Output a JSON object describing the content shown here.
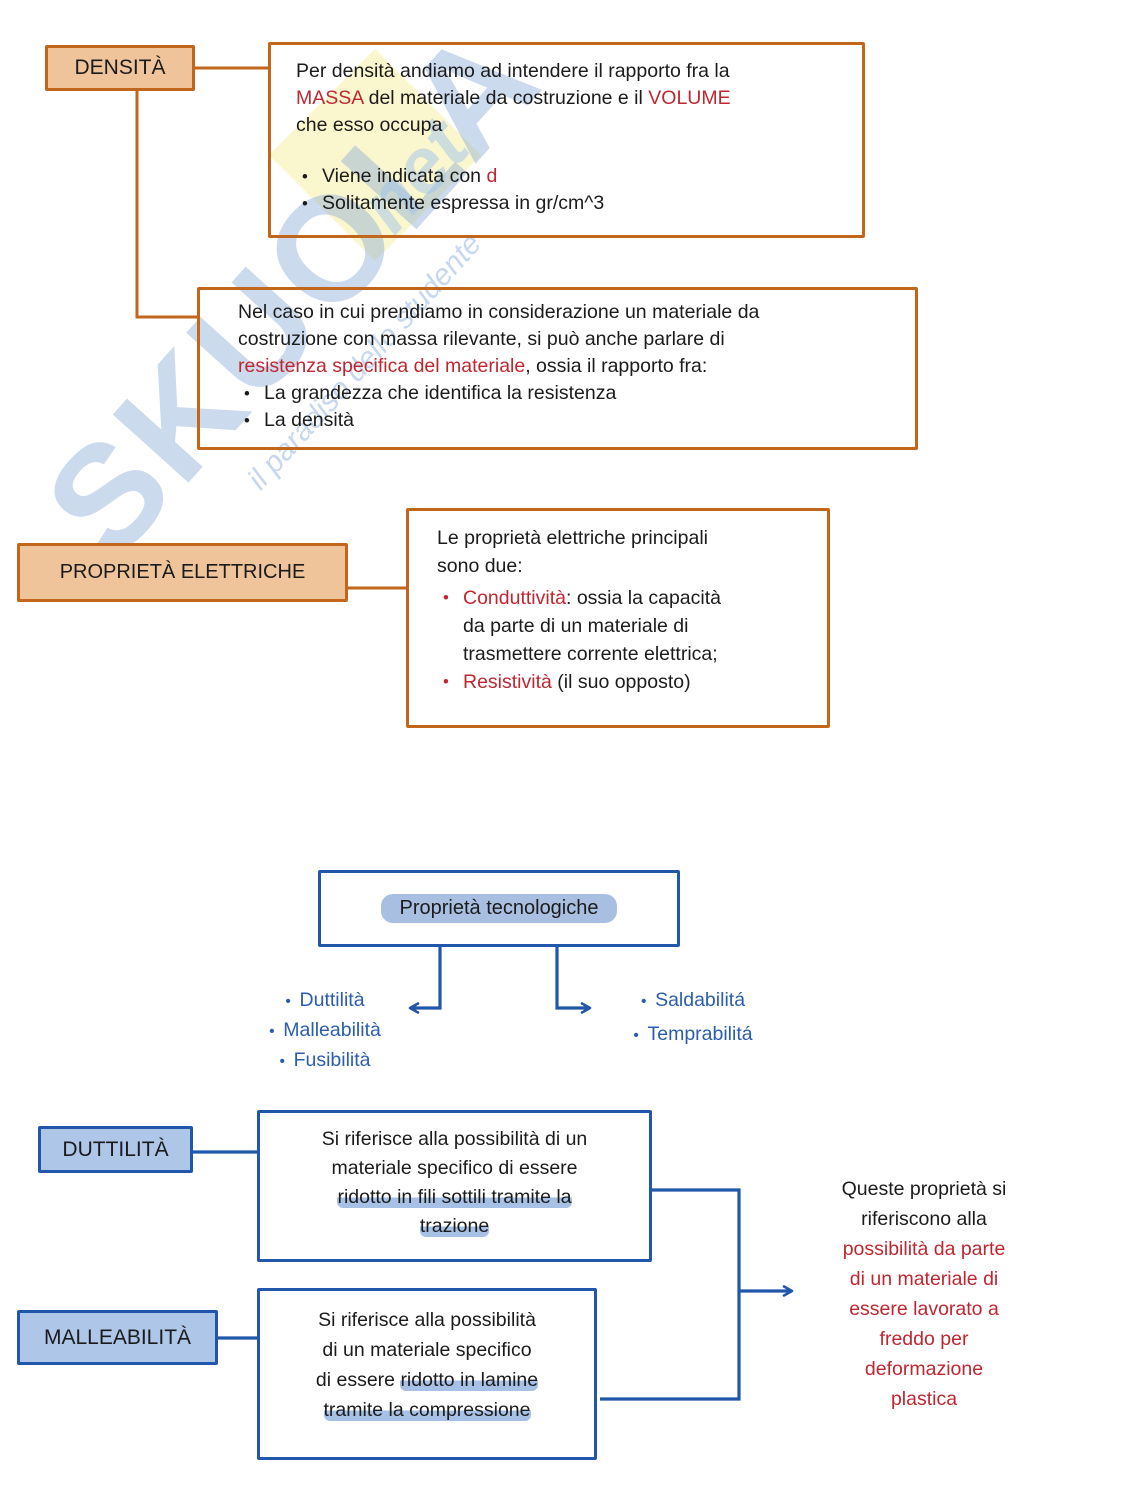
{
  "colors": {
    "orange_border": "#c2661c",
    "tan_fill": "#f0c49b",
    "red_text": "#bf2730",
    "blue_border": "#2157ab",
    "blue_fill": "#aec6e8",
    "blue_text": "#2b5dad",
    "highlight": "#9cbae2"
  },
  "watermark": {
    "brand": "SKUOLA",
    "brand_suffix": "net",
    "tagline": "il paradiso dello studente"
  },
  "density": {
    "label": "DENSITÀ",
    "box1": {
      "para": [
        {
          "t": "Per densità andiamo ad intendere il rapporto fra la\n"
        },
        {
          "t": "MASSA",
          "c": "red"
        },
        {
          "t": " del materiale da costruzione e il "
        },
        {
          "t": "VOLUME",
          "c": "red"
        },
        {
          "t": "\nche esso occupa"
        }
      ],
      "bullets": [
        [
          {
            "t": "Viene indicata con "
          },
          {
            "t": "d",
            "c": "red"
          }
        ],
        [
          {
            "t": "Solitamente espressa in gr/cm^3"
          }
        ]
      ]
    },
    "box2": {
      "para": [
        {
          "t": "Nel caso in cui prendiamo in considerazione un materiale da\ncostruzione con massa rilevante, si può anche parlare di\n"
        },
        {
          "t": "resistenza specifica del materiale",
          "c": "red"
        },
        {
          "t": ", ossia il rapporto fra:"
        }
      ],
      "bullets": [
        [
          {
            "t": "La grandezza che identifica la resistenza"
          }
        ],
        [
          {
            "t": "La densità"
          }
        ]
      ]
    }
  },
  "electrical": {
    "label": "PROPRIETÀ ELETTRICHE",
    "box": {
      "para": [
        {
          "t": "Le proprietà elettriche principali\nsono due:"
        }
      ],
      "bullets": [
        [
          {
            "t": "Conduttività",
            "c": "red"
          },
          {
            "t": ": ossia la capacità\nda parte di un materiale di\ntrasmettere corrente elettrica;"
          }
        ],
        [
          {
            "t": "Resistività",
            "c": "red"
          },
          {
            "t": " (il suo opposto)"
          }
        ]
      ]
    }
  },
  "tech": {
    "title": "Proprietà tecnologiche",
    "left_items": [
      "Duttilità",
      "Malleabilità",
      "Fusibilità"
    ],
    "right_items": [
      "Saldabilitá",
      "Temprabilitá"
    ]
  },
  "ductility": {
    "label": "DUTTILITÀ",
    "box": [
      {
        "t": "Si riferisce alla possibilità di un\nmateriale specifico di essere\n"
      },
      {
        "t": "ridotto in fili sottili tramite la",
        "hl": true
      },
      {
        "t": "\n"
      },
      {
        "t": "trazione",
        "hl": true
      }
    ]
  },
  "malleability": {
    "label": "MALLEABILITÀ",
    "box": [
      {
        "t": "Si riferisce alla possibilità\ndi un materiale specifico\ndi essere "
      },
      {
        "t": "ridotto in lamine",
        "hl": true
      },
      {
        "t": "\n"
      },
      {
        "t": "tramite la compressione",
        "hl": true
      }
    ]
  },
  "conclusion": {
    "text": [
      {
        "t": "Queste proprietà si\nriferiscono alla\n"
      },
      {
        "t": "possibilità da parte\ndi un materiale di\nessere lavorato a\nfreddo per\ndeformazione\nplastica",
        "c": "red"
      }
    ]
  }
}
